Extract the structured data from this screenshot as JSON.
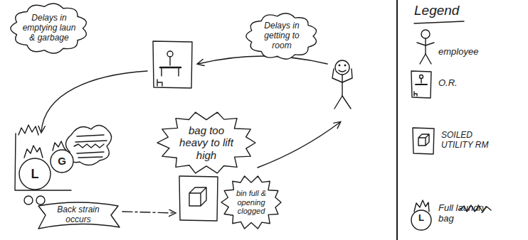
{
  "diagram": {
    "nodes": [
      {
        "text": [
          "Delays in emptying laun & garbage"
        ]
      },
      {
        "text": [
          "Delays in getting to room"
        ]
      },
      {
        "text": [
          "bag too heavy to lift high"
        ]
      },
      {
        "text": [
          "L"
        ]
      },
      {
        "text": [
          "G"
        ]
      },
      {
        "text": [
          "bin full & opening clogged"
        ]
      },
      {
        "text": [
          "Back strain occurs"
        ]
      }
    ],
    "labels": [
      "Legend",
      "L"
    ],
    "legend": [
      {
        "text": "employee"
      },
      {
        "text": "O.R."
      },
      {
        "text": "SOILED UTILITY RM"
      },
      {
        "text": "Full laundry bag"
      }
    ]
  }
}
